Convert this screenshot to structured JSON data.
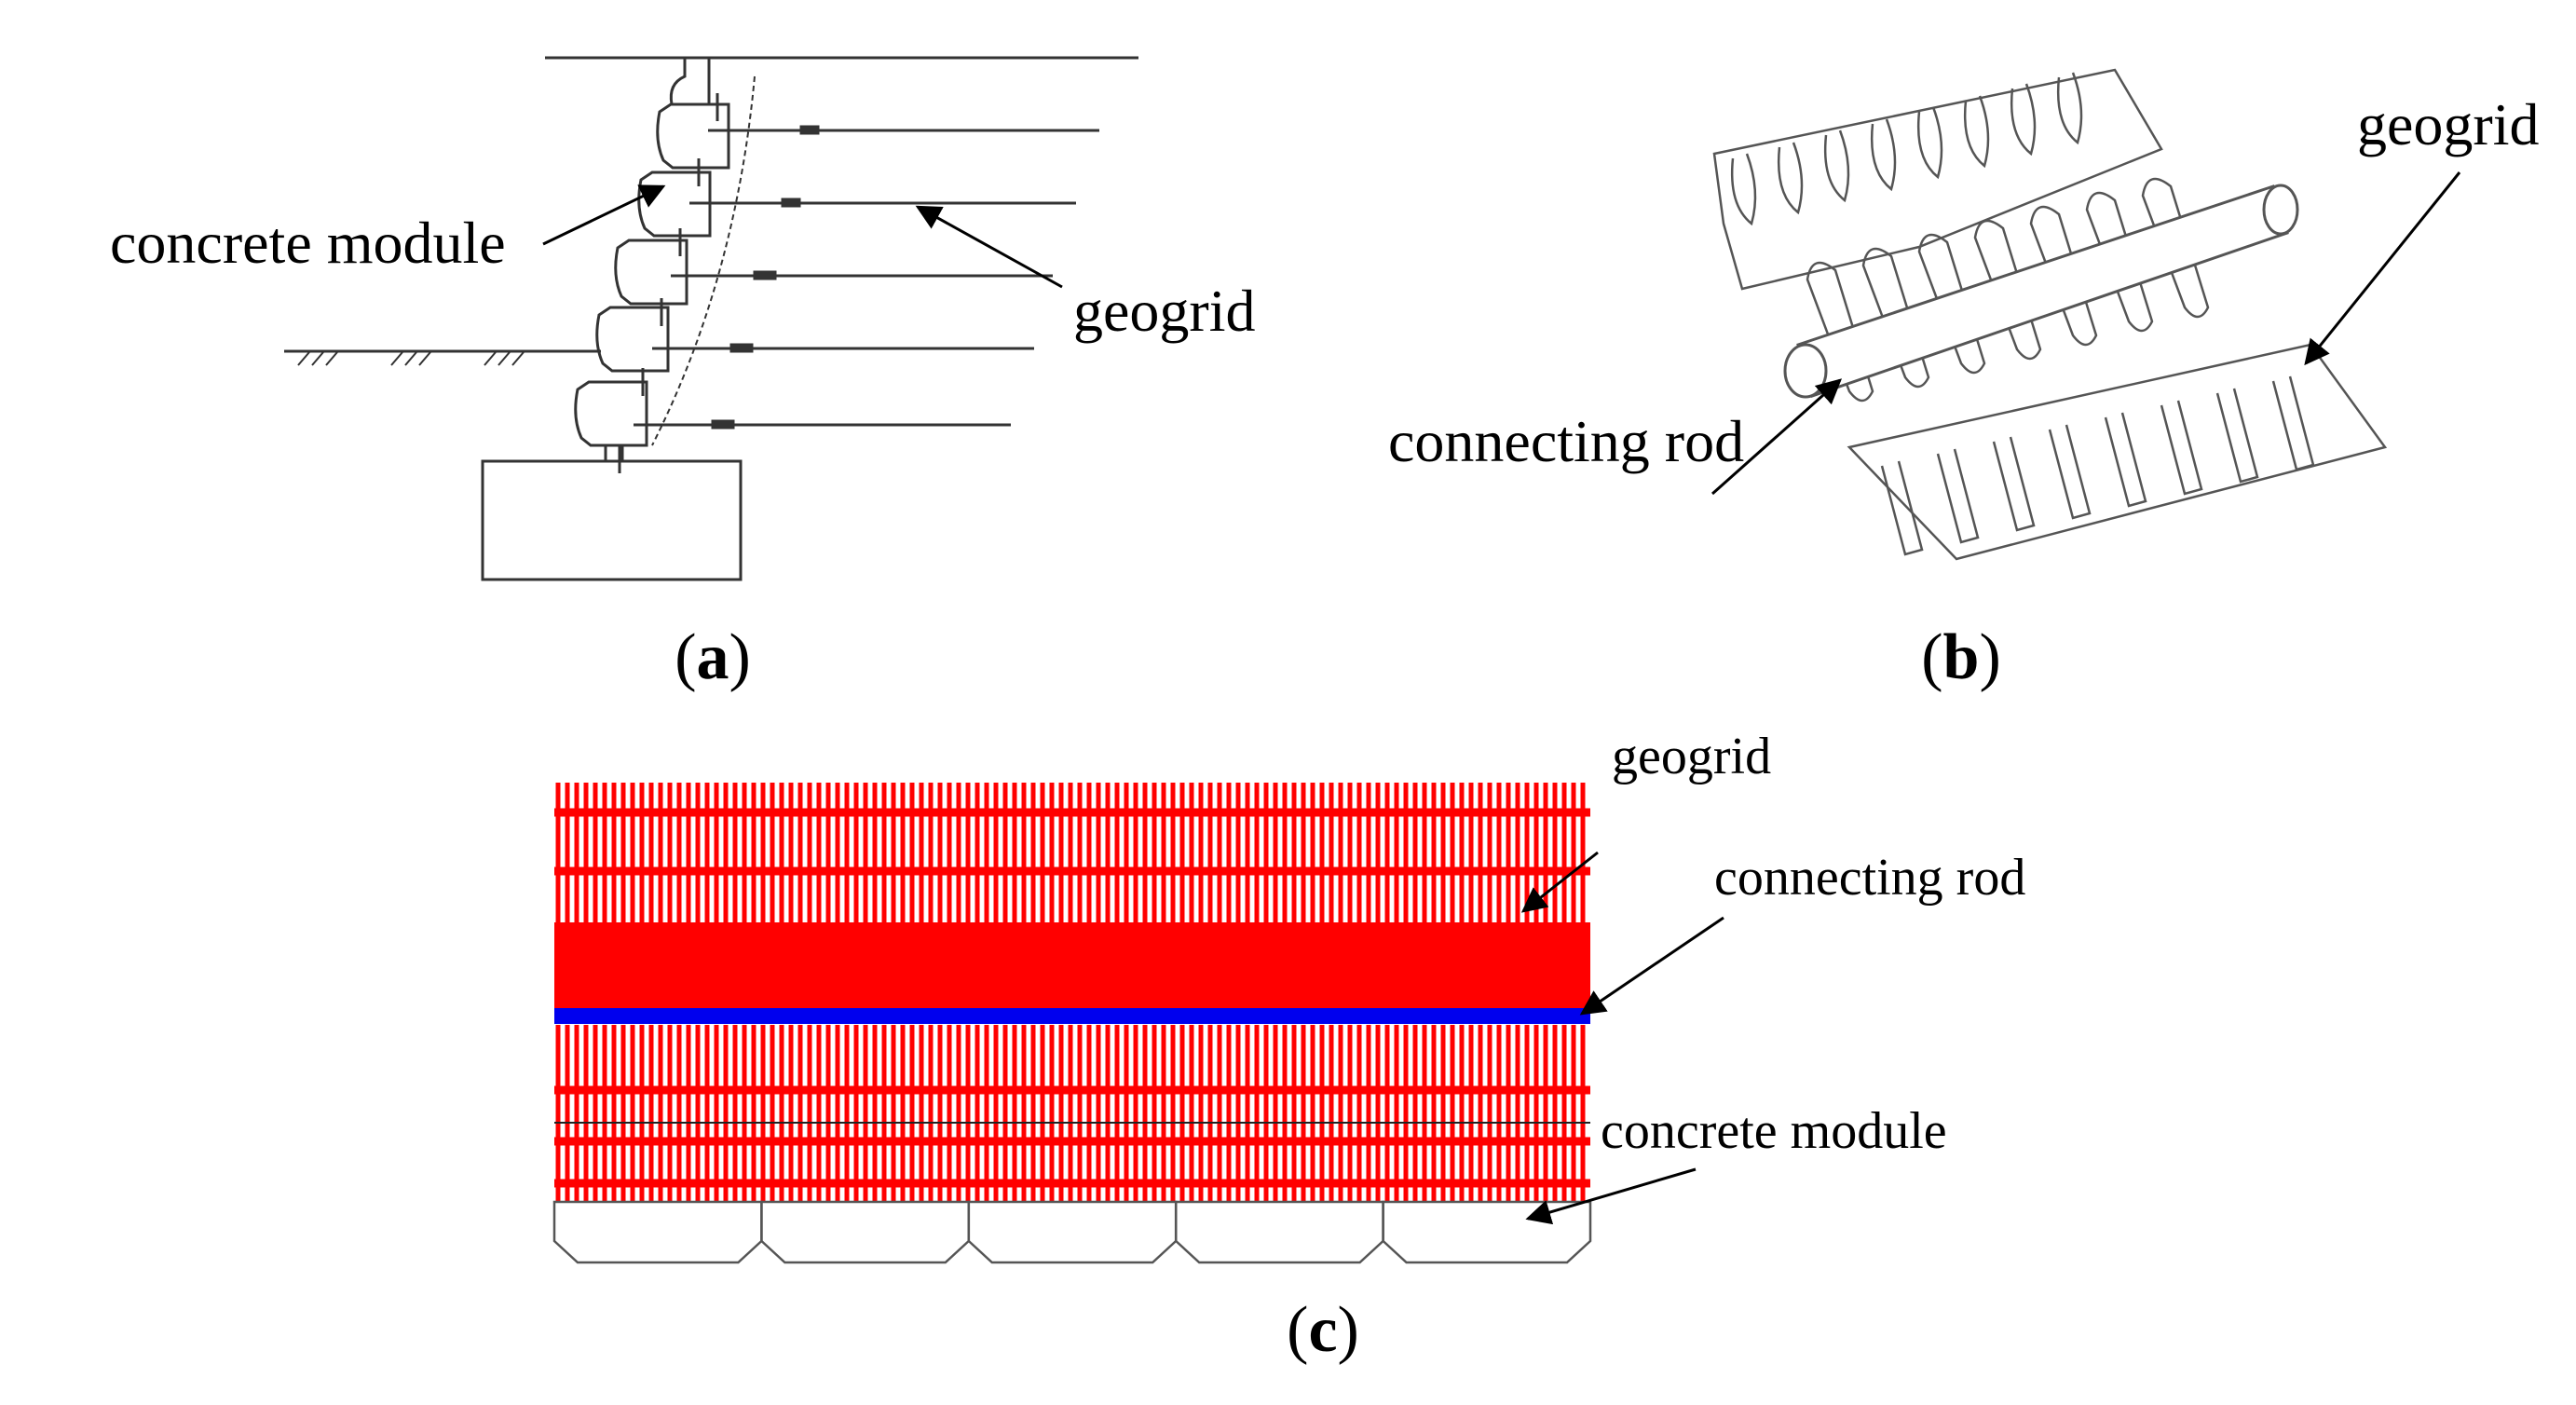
{
  "panel_a": {
    "caption_open": "(",
    "caption_letter": "a",
    "caption_close": ")",
    "label_module": "concrete module",
    "label_geogrid": "geogrid"
  },
  "panel_b": {
    "caption_open": "(",
    "caption_letter": "b",
    "caption_close": ")",
    "label_geogrid": "geogrid",
    "label_rod": "connecting rod"
  },
  "panel_c": {
    "caption_open": "(",
    "caption_letter": "c",
    "caption_close": ")",
    "label_geogrid": "geogrid",
    "label_rod": "connecting rod",
    "label_module": "concrete module"
  },
  "colors": {
    "geogrid_red": "#ff0000",
    "rod_blue": "#0000ee",
    "line": "#333333"
  }
}
